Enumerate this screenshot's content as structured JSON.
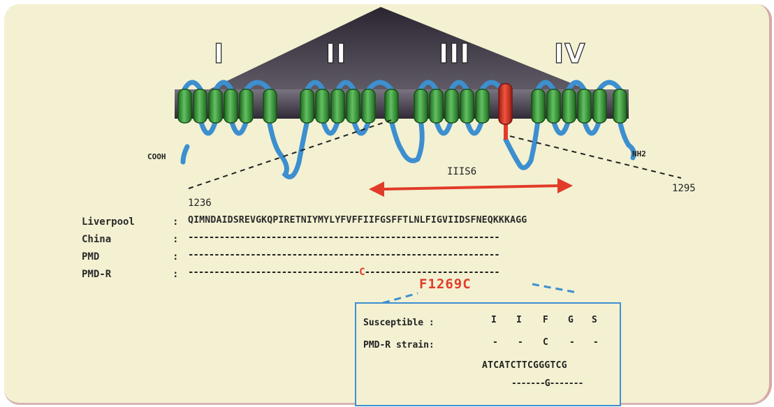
{
  "domains": [
    "I",
    "II",
    "III",
    "IV"
  ],
  "termini": {
    "n": "COOH",
    "c": "NH2"
  },
  "segment_label": "IIIS6",
  "positions": {
    "start": "1236",
    "end": "1295"
  },
  "alignment": {
    "rows": [
      {
        "name": "Liverpool",
        "sep": ":",
        "seq": "QIMNDAIDSREVGKQPIRETNIYMYLYFVFFIIFGSFFTLNLFIGVIIDSFNEQKKKAGG"
      },
      {
        "name": "China",
        "sep": ":",
        "seq": "------------------------------------------------------------"
      },
      {
        "name": "PMD",
        "sep": ":",
        "seq": "------------------------------------------------------------"
      },
      {
        "name": "PMD-R",
        "sep": ":",
        "seq_before": "---------------------------------",
        "mut": "C",
        "seq_after": "--------------------------"
      }
    ]
  },
  "mutation": "F1269C",
  "detail": {
    "susceptible_label": "Susceptible :",
    "susceptible_aa": [
      "I",
      "I",
      "F",
      "G",
      "S"
    ],
    "pmdr_label": "PMD-R strain:",
    "pmdr_aa": [
      "-",
      "-",
      "C",
      "-",
      "-"
    ],
    "dna": "ATCATCTTCGGGTCG",
    "dna_mut_before": "-------",
    "dna_mut": "G",
    "dna_mut_after": "-------"
  },
  "colors": {
    "helix_green": "#3c9b3c",
    "highlight_red": "#e23b2a",
    "loop_blue": "#3d8fcf",
    "background": "#f3f1d2"
  }
}
